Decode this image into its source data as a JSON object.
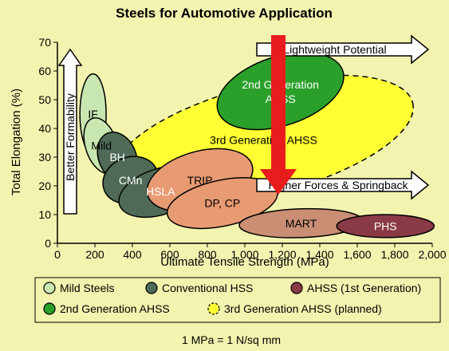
{
  "chart_data": {
    "type": "scatter",
    "title": "Steels for Automotive Application",
    "xlabel": "Ultimate Tensile Strength (MPa)",
    "ylabel": "Total Elongation (%)",
    "xlim": [
      0,
      2000
    ],
    "ylim": [
      0,
      70
    ],
    "xticks": [
      "0",
      "200",
      "400",
      "600",
      "800",
      "1,000",
      "1,200",
      "1,400",
      "1,600",
      "1,800",
      "2,000"
    ],
    "yticks": [
      "0",
      "10",
      "20",
      "30",
      "40",
      "50",
      "60",
      "70"
    ],
    "grid": false,
    "regions": [
      {
        "label": "3rd Generation AHSS",
        "group": "3rd Generation AHSS (planned)",
        "cx": 1100,
        "cy": 36,
        "rx": 820,
        "ry": 19,
        "rotate": -14,
        "color": "#ffff33",
        "dashed": true
      },
      {
        "label": "2nd Generation AHSS",
        "group": "2nd Generation AHSS",
        "cx": 1190,
        "cy": 53,
        "rx": 350,
        "ry": 12,
        "rotate": -18,
        "color": "#2aa02a"
      },
      {
        "label": "IF",
        "group": "Mild Steels",
        "cx": 190,
        "cy": 45,
        "rx": 70,
        "ry": 14,
        "rotate": 0,
        "color": "#c8e6b0"
      },
      {
        "label": "Mild",
        "group": "Mild Steels",
        "cx": 235,
        "cy": 34,
        "rx": 85,
        "ry": 10,
        "rotate": -18,
        "color": "#c8e6b0"
      },
      {
        "label": "BH",
        "group": "Conventional HSS",
        "cx": 320,
        "cy": 30,
        "rx": 100,
        "ry": 9,
        "rotate": -22,
        "color": "#4f6b58"
      },
      {
        "label": "CMn",
        "group": "Conventional HSS",
        "cx": 390,
        "cy": 22,
        "rx": 150,
        "ry": 8,
        "rotate": -20,
        "color": "#4f6b58"
      },
      {
        "label": "HSLA",
        "group": "Conventional HSS",
        "cx": 550,
        "cy": 18,
        "rx": 230,
        "ry": 8,
        "rotate": -18,
        "color": "#4f6b58"
      },
      {
        "label": "TRIP",
        "group": "AHSS (1st Generation)",
        "cx": 760,
        "cy": 22,
        "rx": 290,
        "ry": 10,
        "rotate": -16,
        "color": "#e89b72"
      },
      {
        "label": "DP, CP",
        "group": "AHSS (1st Generation)",
        "cx": 880,
        "cy": 14,
        "rx": 300,
        "ry": 8,
        "rotate": -12,
        "color": "#e89b72"
      },
      {
        "label": "MART",
        "group": "AHSS (1st Generation)",
        "cx": 1300,
        "cy": 7,
        "rx": 330,
        "ry": 5,
        "rotate": -2,
        "color": "#c98e74"
      },
      {
        "label": "PHS",
        "group": "AHSS (1st Generation)",
        "cx": 1750,
        "cy": 6,
        "rx": 260,
        "ry": 4,
        "rotate": 0,
        "color": "#8a3a45"
      }
    ],
    "annotations": [
      {
        "text": "Better Formability",
        "direction": "up"
      },
      {
        "text": "Lightweight Potential",
        "direction": "right"
      },
      {
        "text": "Higher Forces & Springback",
        "direction": "right"
      }
    ],
    "legend": {
      "placement": "bottom",
      "items": [
        {
          "label": "Mild Steels",
          "color": "#c8e6b0",
          "dashed": false
        },
        {
          "label": "Conventional HSS",
          "color": "#4f6b58",
          "dashed": false
        },
        {
          "label": "AHSS (1st Generation)",
          "color": "#8a3a45",
          "dashed": false
        },
        {
          "label": "2nd Generation AHSS",
          "color": "#2aa02a",
          "dashed": false
        },
        {
          "label": "3rd Generation AHSS (planned)",
          "color": "#ffff33",
          "dashed": true
        }
      ]
    },
    "footnote": "1 MPa = 1 N/sq mm",
    "overlay_arrow_color": "#e81c1c"
  }
}
